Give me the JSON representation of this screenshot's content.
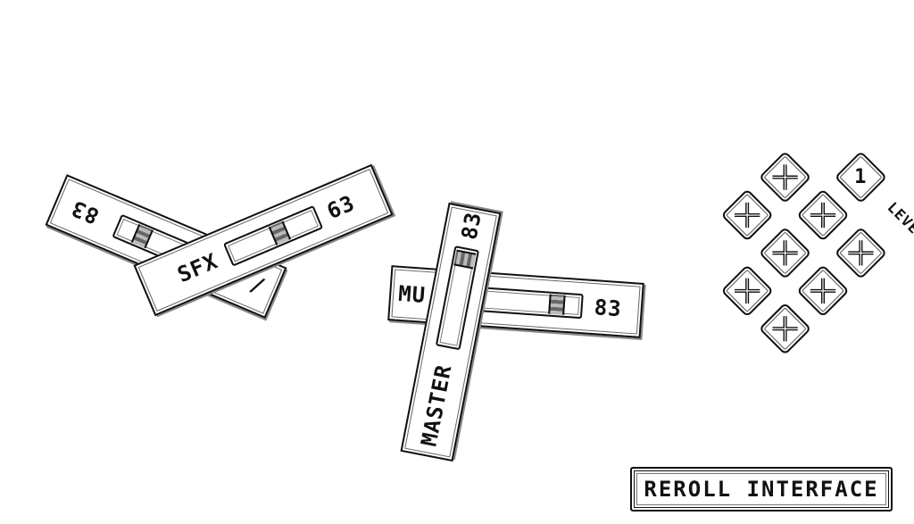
{
  "sliders": {
    "sfx_back": {
      "label": "",
      "value": "83",
      "level": 0.83
    },
    "sfx": {
      "label": "SFX",
      "value": "63",
      "level": 0.63
    },
    "music": {
      "label": "MU",
      "value": "83",
      "level": 0.83
    },
    "master": {
      "label": "MASTER",
      "value": "83",
      "level": 0.83
    }
  },
  "levels": {
    "title": "LEVELS",
    "unlocked": [
      {
        "label": "1"
      }
    ],
    "locked_count": 8
  },
  "buttons": {
    "reroll": "REROLL INTERFACE"
  },
  "colors": {
    "ink": "#111111",
    "background": "#ffffff",
    "shade": "#777777"
  },
  "icons": {
    "locked_level": "cross-icon"
  }
}
